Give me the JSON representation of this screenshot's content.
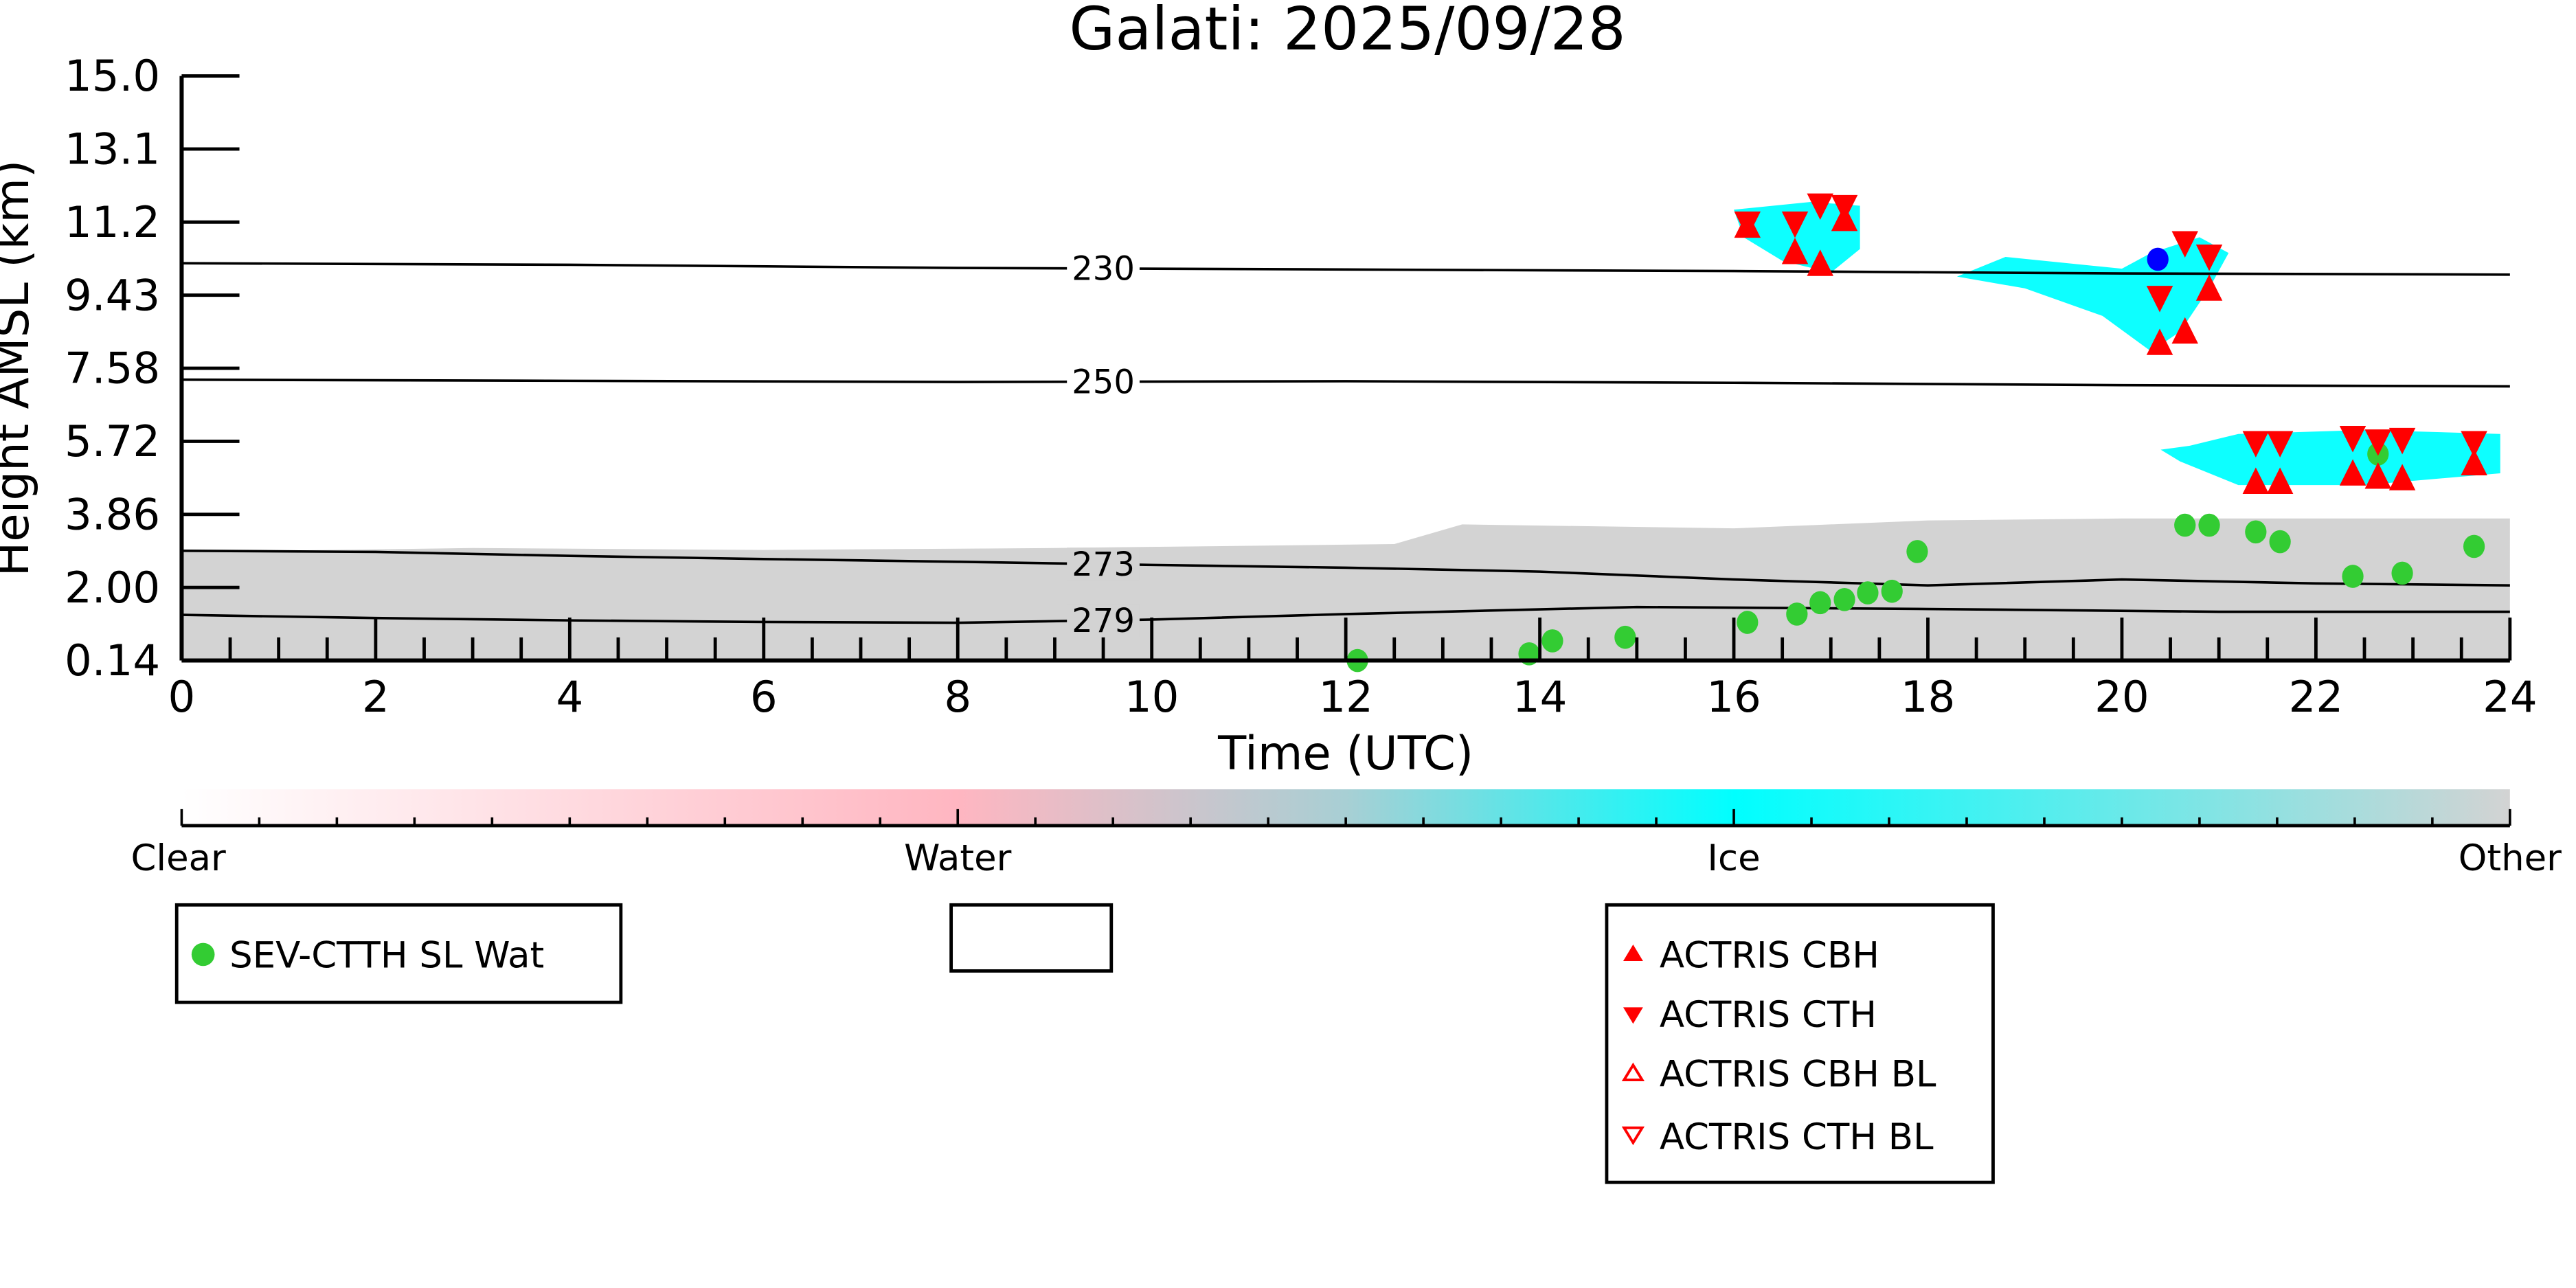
{
  "chart_data": {
    "type": "scatter",
    "title": "Galati: 2025/09/28",
    "xlabel": "Time (UTC)",
    "ylabel": "Height AMSL (km)",
    "xlim": [
      0,
      24
    ],
    "ylim": [
      0.14,
      15.0
    ],
    "xticks": [
      "0",
      "2",
      "4",
      "6",
      "8",
      "10",
      "12",
      "14",
      "16",
      "18",
      "20",
      "22",
      "24"
    ],
    "yticks": [
      "0.14",
      "2.00",
      "3.86",
      "5.72",
      "7.58",
      "9.43",
      "11.2",
      "13.1",
      "15.0"
    ],
    "grid": false,
    "colors": {
      "clear": "#ffffff",
      "water": "#ffb6c1",
      "ice": "#00ffff",
      "other": "#d3d3d3",
      "sev": "#33cc33",
      "blue": "#0000ff",
      "actris": "#ff0000"
    },
    "colorbar": {
      "labels": [
        "Clear",
        "Water",
        "Ice",
        "Other"
      ]
    },
    "contours": [
      {
        "label": "230",
        "points": [
          [
            0,
            10.24
          ],
          [
            4,
            10.2
          ],
          [
            8,
            10.12
          ],
          [
            12,
            10.08
          ],
          [
            16,
            10.04
          ],
          [
            20,
            9.98
          ],
          [
            24,
            9.95
          ]
        ]
      },
      {
        "label": "250",
        "points": [
          [
            0,
            7.28
          ],
          [
            4,
            7.25
          ],
          [
            8,
            7.22
          ],
          [
            12,
            7.24
          ],
          [
            16,
            7.2
          ],
          [
            20,
            7.14
          ],
          [
            24,
            7.11
          ]
        ]
      },
      {
        "label": "273",
        "points": [
          [
            0,
            2.93
          ],
          [
            2,
            2.9
          ],
          [
            4,
            2.8
          ],
          [
            6,
            2.72
          ],
          [
            8,
            2.65
          ],
          [
            10,
            2.57
          ],
          [
            12,
            2.5
          ],
          [
            14,
            2.4
          ],
          [
            16,
            2.2
          ],
          [
            18,
            2.05
          ],
          [
            20,
            2.2
          ],
          [
            22,
            2.1
          ],
          [
            24,
            2.05
          ]
        ]
      },
      {
        "label": "279",
        "points": [
          [
            0,
            1.3
          ],
          [
            2,
            1.22
          ],
          [
            4,
            1.16
          ],
          [
            6,
            1.12
          ],
          [
            8,
            1.1
          ],
          [
            10,
            1.18
          ],
          [
            12,
            1.32
          ],
          [
            15,
            1.5
          ],
          [
            18,
            1.45
          ],
          [
            21,
            1.38
          ],
          [
            24,
            1.38
          ]
        ]
      }
    ],
    "series": [
      {
        "name": "SEV-CTTH SL Wat",
        "marker": "circle",
        "color": "#33cc33",
        "points": [
          [
            12.12,
            0.14
          ],
          [
            13.89,
            0.31
          ],
          [
            14.13,
            0.64
          ],
          [
            14.88,
            0.73
          ],
          [
            16.14,
            1.11
          ],
          [
            16.65,
            1.32
          ],
          [
            16.89,
            1.61
          ],
          [
            17.14,
            1.69
          ],
          [
            17.38,
            1.86
          ],
          [
            17.63,
            1.9
          ],
          [
            17.89,
            2.91
          ],
          [
            20.65,
            3.58
          ],
          [
            20.9,
            3.58
          ],
          [
            21.38,
            3.41
          ],
          [
            21.63,
            3.16
          ],
          [
            22.38,
            2.28
          ],
          [
            22.64,
            5.39
          ],
          [
            22.89,
            2.36
          ],
          [
            23.63,
            3.04
          ]
        ]
      },
      {
        "name": "blue point",
        "marker": "circle",
        "color": "#0000ff",
        "points": [
          [
            20.37,
            10.34
          ]
        ]
      },
      {
        "name": "ACTRIS CBH",
        "marker": "triangle-up",
        "color": "#ff0000",
        "points": [
          [
            16.14,
            11.18
          ],
          [
            16.63,
            10.51
          ],
          [
            16.89,
            10.21
          ],
          [
            17.14,
            11.35
          ],
          [
            20.39,
            8.2
          ],
          [
            20.65,
            8.49
          ],
          [
            20.9,
            9.58
          ],
          [
            21.38,
            4.67
          ],
          [
            21.63,
            4.67
          ],
          [
            22.38,
            4.88
          ],
          [
            22.64,
            4.8
          ],
          [
            22.89,
            4.76
          ],
          [
            23.63,
            5.14
          ]
        ]
      },
      {
        "name": "ACTRIS CTH",
        "marker": "triangle-down",
        "color": "#ff0000",
        "points": [
          [
            16.14,
            11.26
          ],
          [
            16.63,
            11.26
          ],
          [
            16.89,
            11.72
          ],
          [
            17.14,
            11.68
          ],
          [
            20.39,
            9.37
          ],
          [
            20.65,
            10.76
          ],
          [
            20.9,
            10.42
          ],
          [
            21.38,
            5.68
          ],
          [
            21.63,
            5.68
          ],
          [
            22.38,
            5.81
          ],
          [
            22.64,
            5.72
          ],
          [
            22.89,
            5.76
          ],
          [
            23.63,
            5.68
          ]
        ]
      },
      {
        "name": "ACTRIS CBH BL",
        "marker": "triangle-up-open",
        "color": "#ff0000",
        "points": []
      },
      {
        "name": "ACTRIS CTH BL",
        "marker": "triangle-down-open",
        "color": "#ff0000",
        "points": []
      }
    ],
    "classification_regions": [
      {
        "class": "other",
        "points": [
          [
            0,
            0.14
          ],
          [
            0,
            2.9
          ],
          [
            3,
            3.0
          ],
          [
            6,
            2.95
          ],
          [
            9,
            3.0
          ],
          [
            12.5,
            3.1
          ],
          [
            13.2,
            3.6
          ],
          [
            16,
            3.5
          ],
          [
            18,
            3.7
          ],
          [
            20,
            3.75
          ],
          [
            24,
            3.75
          ],
          [
            24,
            0.14
          ]
        ]
      },
      {
        "class": "ice",
        "points": [
          [
            16.0,
            11.6
          ],
          [
            16.8,
            11.8
          ],
          [
            17.3,
            11.7
          ],
          [
            17.3,
            10.6
          ],
          [
            17.0,
            10.0
          ],
          [
            16.5,
            10.3
          ],
          [
            16.1,
            10.9
          ]
        ]
      },
      {
        "class": "ice",
        "points": [
          [
            18.8,
            10.4
          ],
          [
            20.0,
            10.1
          ],
          [
            20.3,
            10.5
          ],
          [
            20.8,
            10.9
          ],
          [
            21.1,
            10.5
          ],
          [
            20.9,
            9.6
          ],
          [
            20.6,
            8.5
          ],
          [
            20.3,
            8.0
          ],
          [
            19.8,
            8.9
          ],
          [
            19.0,
            9.6
          ],
          [
            18.3,
            9.9
          ]
        ]
      },
      {
        "class": "ice",
        "points": [
          [
            20.4,
            5.5
          ],
          [
            20.7,
            5.6
          ],
          [
            21.2,
            5.9
          ],
          [
            22.5,
            6.0
          ],
          [
            23.9,
            5.9
          ],
          [
            23.9,
            4.9
          ],
          [
            22.5,
            4.6
          ],
          [
            21.2,
            4.6
          ],
          [
            20.6,
            5.2
          ]
        ]
      }
    ],
    "legends": [
      {
        "entries": [
          "SEV-CTTH SL Wat"
        ]
      },
      {
        "entries": []
      },
      {
        "entries": [
          "ACTRIS CBH",
          "ACTRIS CTH",
          "ACTRIS CBH BL",
          "ACTRIS CTH BL"
        ]
      }
    ]
  }
}
